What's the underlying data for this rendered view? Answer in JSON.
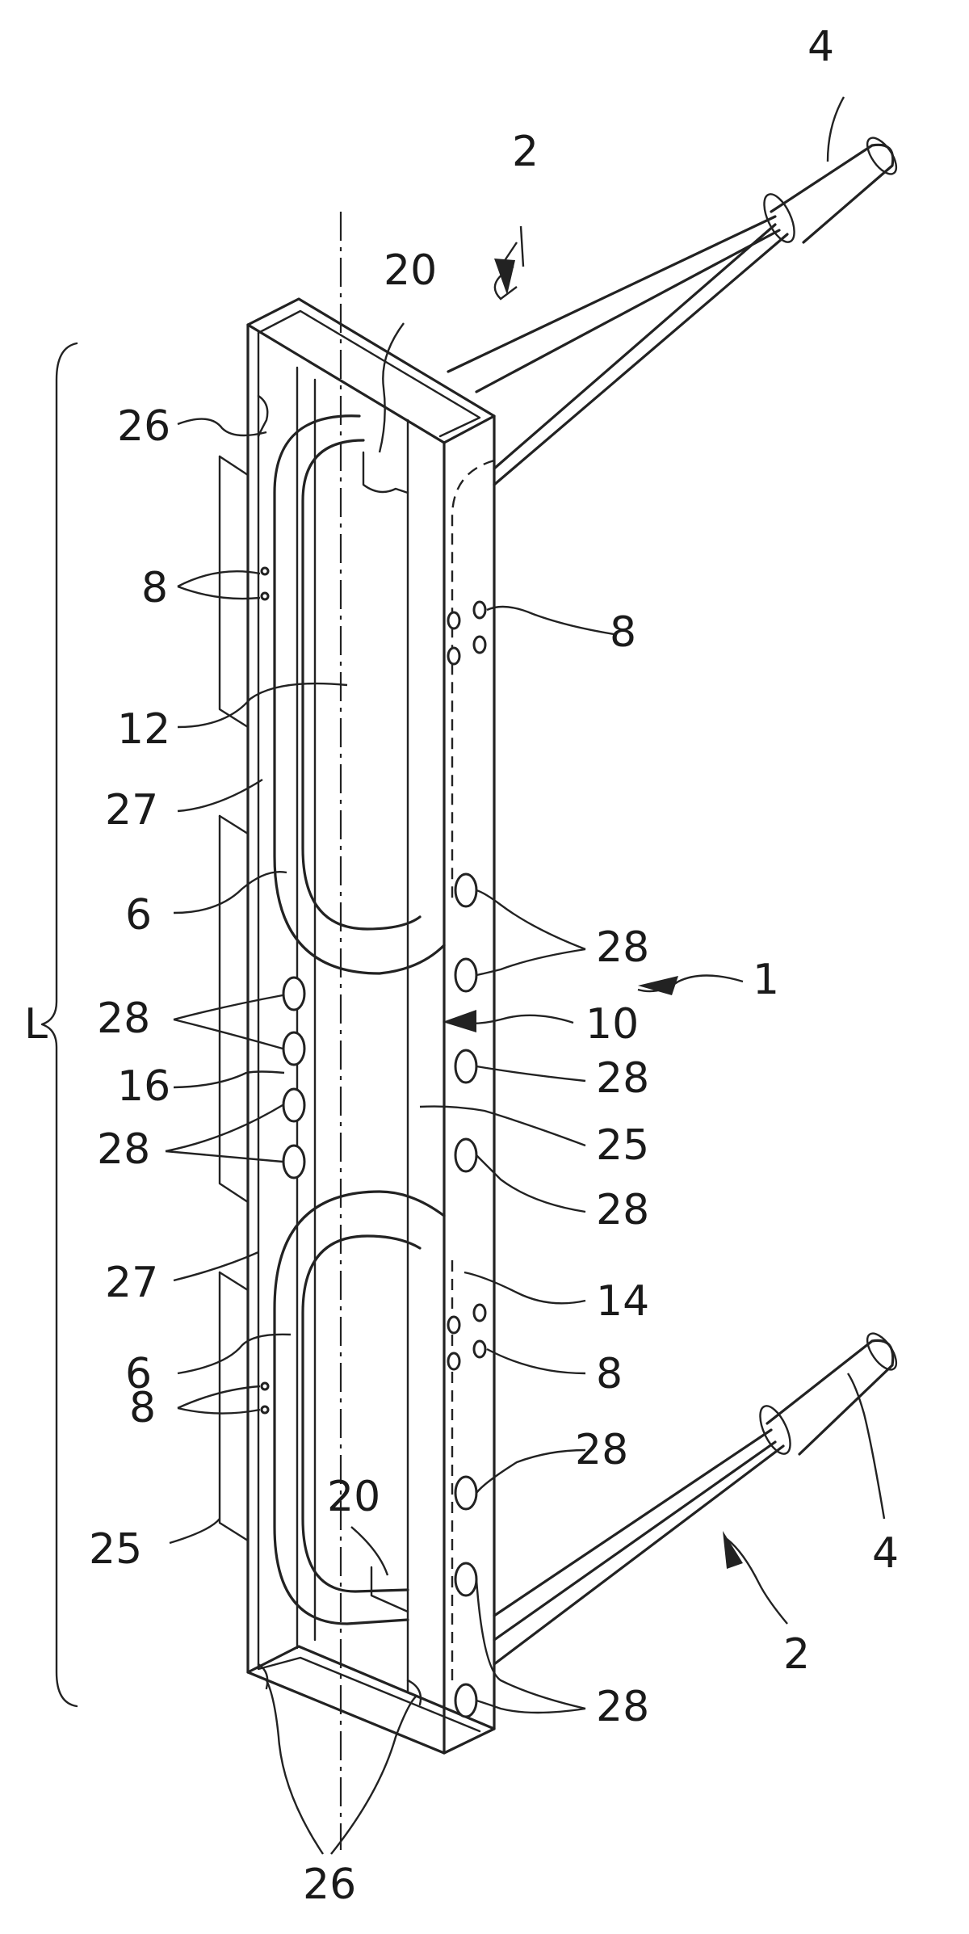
{
  "labels": {
    "ref_2_top": "2",
    "ref_4_top": "4",
    "ref_20_top": "20",
    "ref_26_top": "26",
    "ref_8_left_top": "8",
    "ref_8_right_top": "8",
    "ref_12": "12",
    "ref_27_top": "27",
    "ref_6_top": "6",
    "ref_28_right_a": "28",
    "ref_1": "1",
    "ref_L": "L",
    "ref_28_left_a": "28",
    "ref_10": "10",
    "ref_16": "16",
    "ref_28_right_b": "28",
    "ref_25_right": "25",
    "ref_28_left_b": "28",
    "ref_28_right_c": "28",
    "ref_27_bottom": "27",
    "ref_14": "14",
    "ref_6_bottom": "6",
    "ref_8_right_bottom": "8",
    "ref_8_left_bottom": "8",
    "ref_28_right_d": "28",
    "ref_20_bottom": "20",
    "ref_4_bottom": "4",
    "ref_25_left": "25",
    "ref_2_bottom": "2",
    "ref_28_right_e": "28",
    "ref_26_bottom": "26"
  }
}
